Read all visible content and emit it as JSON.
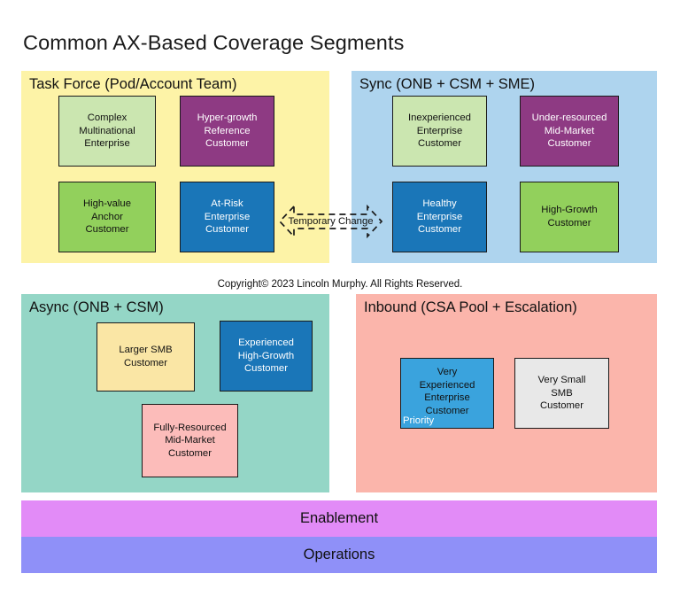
{
  "title": "Common AX-Based Coverage Segments",
  "copyright": "Copyright© 2023 Lincoln Murphy. All Rights Reserved.",
  "colors": {
    "task_force_panel": "#fdf3a7",
    "sync_panel": "#aed4ee",
    "async_panel": "#94d6c6",
    "inbound_panel": "#fbb5ab",
    "enablement_band": "#e28bf7",
    "operations_band": "#8f90f8",
    "light_green": "#cbe6b0",
    "purple": "#8e3a83",
    "mid_green": "#92d05c",
    "blue": "#1a76b8",
    "light_blue": "#3aa3dd",
    "cream": "#fae6a5",
    "pink": "#fcbcba",
    "gray": "#e8e8e8",
    "border": "#1a1a1a",
    "text_dark": "#111111",
    "text_light": "#ffffff"
  },
  "panels": [
    {
      "id": "task-force",
      "title": "Task Force (Pod/Account Team)",
      "boxes": [
        {
          "id": "complex-multinational-enterprise",
          "label": "Complex\nMultinational\nEnterprise",
          "fill": "#cbe6b0",
          "text": "#111111"
        },
        {
          "id": "hyper-growth-reference-customer",
          "label": "Hyper-growth\nReference\nCustomer",
          "fill": "#8e3a83",
          "text": "#ffffff"
        },
        {
          "id": "high-value-anchor-customer",
          "label": "High-value\nAnchor\nCustomer",
          "fill": "#92d05c",
          "text": "#111111"
        },
        {
          "id": "at-risk-enterprise-customer",
          "label": "At-Risk\nEnterprise\nCustomer",
          "fill": "#1a76b8",
          "text": "#ffffff"
        }
      ]
    },
    {
      "id": "sync",
      "title": "Sync (ONB + CSM + SME)",
      "boxes": [
        {
          "id": "inexperienced-enterprise-customer",
          "label": "Inexperienced\nEnterprise\nCustomer",
          "fill": "#cbe6b0",
          "text": "#111111"
        },
        {
          "id": "under-resourced-mid-market-customer",
          "label": "Under-resourced\nMid-Market\nCustomer",
          "fill": "#8e3a83",
          "text": "#ffffff"
        },
        {
          "id": "healthy-enterprise-customer",
          "label": "Healthy\nEnterprise\nCustomer",
          "fill": "#1a76b8",
          "text": "#ffffff"
        },
        {
          "id": "high-growth-customer",
          "label": "High-Growth\nCustomer",
          "fill": "#92d05c",
          "text": "#111111"
        }
      ]
    },
    {
      "id": "async",
      "title": "Async (ONB + CSM)",
      "boxes": [
        {
          "id": "larger-smb-customer",
          "label": "Larger SMB\nCustomer",
          "fill": "#fae6a5",
          "text": "#111111"
        },
        {
          "id": "experienced-high-growth-customer",
          "label": "Experienced\nHigh-Growth\nCustomer",
          "fill": "#1a76b8",
          "text": "#ffffff"
        },
        {
          "id": "fully-resourced-mid-market-customer",
          "label": "Fully-Resourced\nMid-Market\nCustomer",
          "fill": "#fcbcba",
          "text": "#111111"
        }
      ]
    },
    {
      "id": "inbound",
      "title": "Inbound (CSA Pool + Escalation)",
      "boxes": [
        {
          "id": "very-experienced-enterprise-customer",
          "label": "Very\nExperienced\nEnterprise\nCustomer",
          "tag": "Priority",
          "fill": "#3aa3dd",
          "text": "#111111"
        },
        {
          "id": "very-small-smb-customer",
          "label": "Very Small\nSMB\nCustomer",
          "fill": "#e8e8e8",
          "text": "#111111"
        }
      ]
    }
  ],
  "connector": {
    "label": "Temporary Change"
  },
  "bands": [
    {
      "id": "enablement",
      "label": "Enablement",
      "fill": "#e28bf7"
    },
    {
      "id": "operations",
      "label": "Operations",
      "fill": "#8f90f8"
    }
  ]
}
